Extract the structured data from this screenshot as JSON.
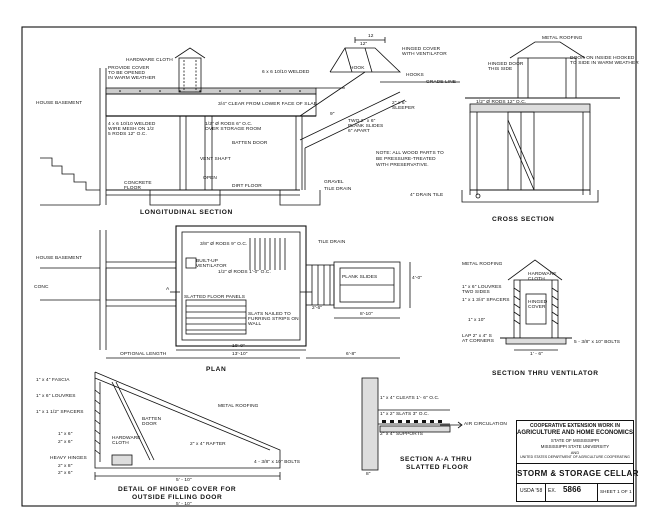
{
  "titles": {
    "longitudinal": "LONGITUDINAL SECTION",
    "cross": "CROSS SECTION",
    "plan": "PLAN",
    "ventilator": "SECTION THRU VENTILATOR",
    "hinged_1": "DETAIL OF HINGED COVER FOR",
    "hinged_2": "OUTSIDE FILLING DOOR",
    "slatted_1": "SECTION A-A THRU",
    "slatted_2": "SLATTED FLOOR"
  },
  "labels": {
    "hardware_cloth": "HARDWARE CLOTH",
    "provide_cover_1": "PROVIDE COVER",
    "provide_cover_2": "TO BE OPENED",
    "provide_cover_3": "IN WARM WEATHER",
    "house_basement": "HOUSE BASEMENT",
    "welded_mesh": "6 x 6 10/10 WELDED",
    "mesh_1": "4 x 6 10/10 WELDED",
    "mesh_2": "WIRE MESH ON 1/2",
    "mesh_3": "5 RODS 12\" O.C.",
    "clear_from_slab": "3/4\" CLEAR FROM LOWER FACE OF SLAB",
    "rods_over_storage_1": "1/2\" Ø RODS 6\" O.C.",
    "rods_over_storage_2": "OVER STORAGE ROOM",
    "batten_door": "BATTEN DOOR",
    "vent_shaft": "VENT SHAFT",
    "open": "OPEN",
    "concrete_floor_1": "CONCRETE",
    "concrete_floor_2": "FLOOR",
    "dirt_floor": "DIRT FLOOR",
    "gravel": "GRAVEL",
    "tile_drain": "TILE DRAIN",
    "hook": "HOOK",
    "hooks": "HOOKS",
    "hinged_cover_1": "HINGED COVER",
    "hinged_cover_2": "WITH VENTILATOR",
    "grade_line": "GRADE LINE",
    "sleeper_1": "2\" x 6\"",
    "sleeper_2": "SLEEPER",
    "planks_1": "TWO 2\" x 6\"",
    "planks_2": "PLANK SLIDES",
    "planks_3": "6\" APART",
    "note_1": "NOTE: ALL WOOD PARTS TO",
    "note_2": "BE PRESSURE-TREATED",
    "note_3": "WITH PRESERVATIVE.",
    "drain_tile": "4\" DRAIN TILE",
    "dim_12": "12",
    "dim_12b": "12\"",
    "dim_9": "9\"",
    "metal_roofing": "METAL ROOFING",
    "hinged_door_1": "HINGED DOOR",
    "hinged_door_2": "THIS SIDE",
    "door_inside_1": "DOOR ON INSIDE HOOKED",
    "door_inside_2": "TO SIDE IN WARM WEATHER",
    "rods_12": "1/2\" Ø RODS 12\" O.C.",
    "plan_house_basement": "HOUSE BASEMENT",
    "plan_rods_9": "3/8\" Ø RODS 9\" O.C.",
    "plan_rods_10": "1/2\" Ø RODS 1'-0\" O.C.",
    "built_up_1": "BUILT-UP",
    "built_up_2": "VENTILATOR",
    "slatted_panels": "SLATTED FLOOR PANELS",
    "slats_1": "SLATS NAILED TO",
    "slats_2": "FURRING STRIPS ON",
    "slats_3": "WALL",
    "plank_slides": "PLANK SLIDES",
    "plan_tile_drain": "TILE DRAIN",
    "conc": "CONC",
    "optional_length": "OPTIONAL LENGTH",
    "dim_10_0": "10'-0\"",
    "dim_13_10": "13'-10\"",
    "dim_6_8": "6'-8\"",
    "dim_8_10": "8'-10\"",
    "dim_4_0": "4'-0\"",
    "dim_2_6": "2'-6\"",
    "dim_a": "A",
    "vent_metal_roofing": "METAL ROOFING",
    "vent_hardware_cloth_1": "HARDWARE",
    "vent_hardware_cloth_2": "CLOTH",
    "louvres_1": "1\" x 6\" LOUVRES",
    "louvres_2": "TWO SIDES",
    "spacers_vent": "1\" x 1 3/4\" SPACERS",
    "hinged_cover_vent_1": "HINGED",
    "hinged_cover_vent_2": "COVER",
    "vent_dim_1": "1\" x 10\"",
    "lap_1": "LAP 2\" x 4\" S",
    "lap_2": "AT CORNERS",
    "vent_bolts": "5 - 3/8\" x 10\" BOLTS",
    "vent_dim_2": "1' - 6\"",
    "fascia": "1\" x 4\" FASCIA",
    "louvres_h": "1\" x 6\" LOUVRES",
    "spacers_h": "1\" x 1 1/2\" SPACERS",
    "batten_1": "BATTEN",
    "batten_2": "DOOR",
    "h_metal_roofing": "METAL ROOFING",
    "h_dim_1": "1\" x 6\"",
    "h_dim_2": "2\" x 6\"",
    "h_hardware_1": "HARDWARE",
    "h_hardware_2": "CLOTH",
    "rafter": "2\" x 4\" RAFTER",
    "heavy_hinges": "HEAVY HINGES",
    "h_dim_3": "2\" x 8\"",
    "h_dim_4": "2\" x 6\"",
    "h_bolts": "4 - 3/8\" x 10\" BOLTS",
    "h_dim_5": "5' - 10\"",
    "h_dim_6": "5' - 10\"",
    "cleats": "1\" x 4\" CLEATS 1'- 6\" O.C.",
    "slats_oc": "1\" x 2\" SLATS 3\" O.C.",
    "supports": "2\" x 4\" SUPPORTS",
    "air_circulation": "AIR CIRCULATION",
    "slat_dim": "8\""
  },
  "title_block": {
    "line_1": "COOPERATIVE EXTENSION WORK IN",
    "line_2": "AGRICULTURE AND HOME ECONOMICS",
    "line_3": "STATE OF MISSISSIPPI",
    "line_4": "MISSISSIPPI STATE UNIVERSITY",
    "line_5": "AND",
    "line_6": "UNITED STATES DEPARTMENT OF AGRICULTURE COOPERATING",
    "drawing_title": "STORM & STORAGE CELLAR",
    "usda": "USDA '58",
    "ex_label": "EX.",
    "ex_number": "5866",
    "sheet": "SHEET 1 OF 1"
  }
}
